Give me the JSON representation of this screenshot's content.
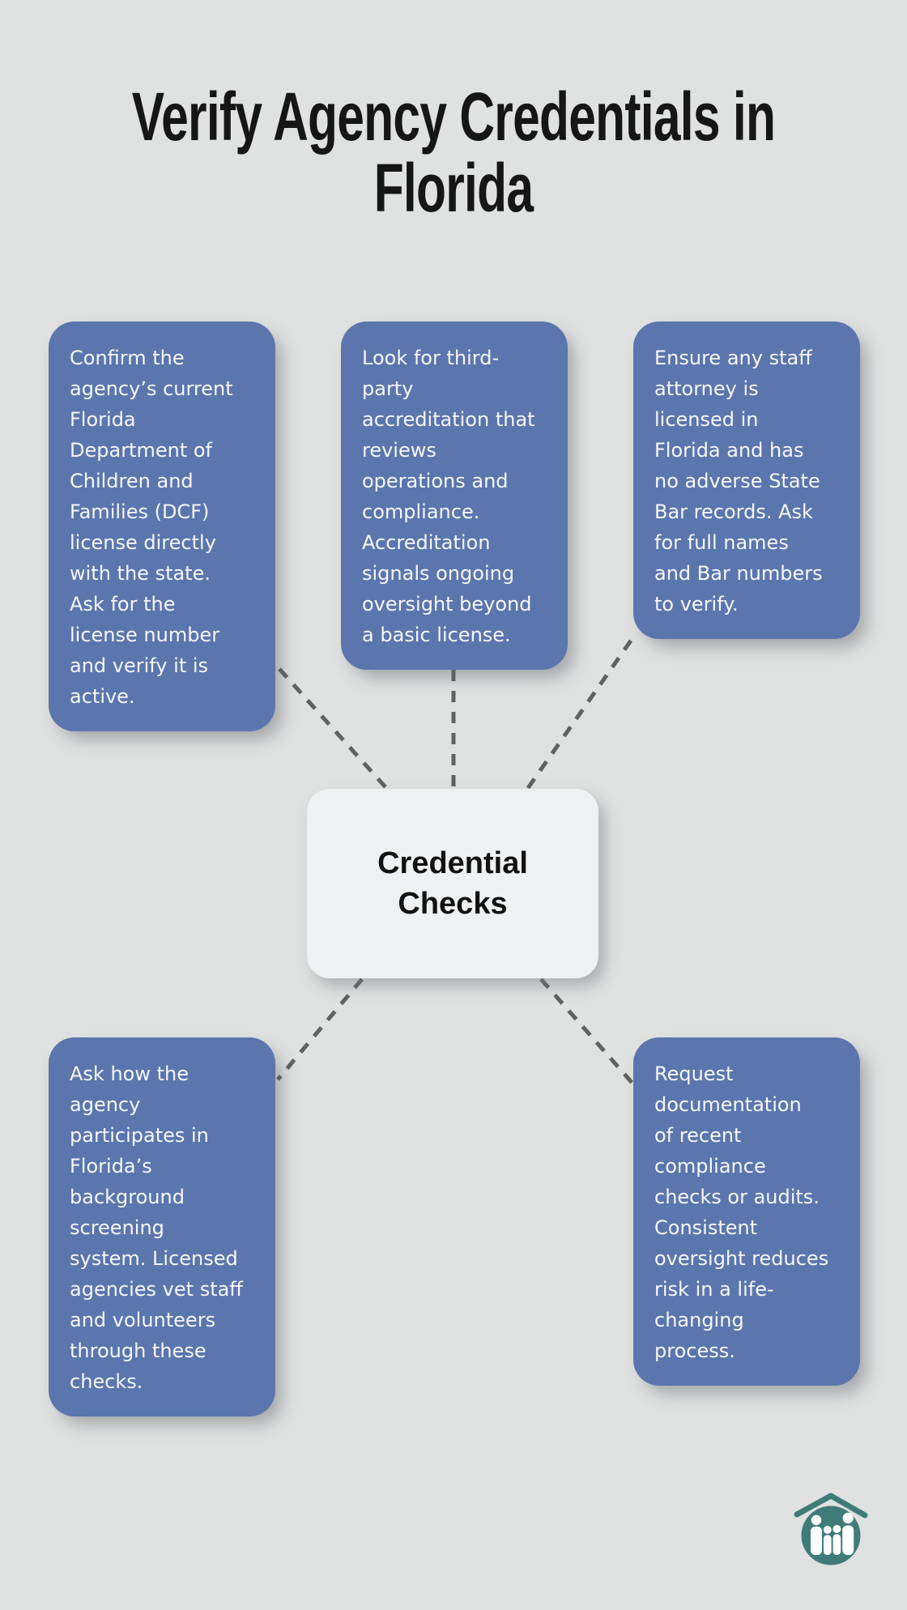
{
  "title": "Verify Agency Credentials in\nFlorida",
  "center_node": {
    "label": "Credential\nChecks"
  },
  "nodes": [
    {
      "id": "dcf-license",
      "text": "Confirm the\nagency’s current\nFlorida\nDepartment of\nChildren and\nFamilies (DCF)\nlicense directly\nwith the state.\nAsk for the\nlicense number\nand verify it is\nactive."
    },
    {
      "id": "third-party-accreditation",
      "text": "Look for third-\nparty\naccreditation that\nreviews\noperations and\ncompliance.\nAccreditation\nsignals ongoing\noversight beyond\na basic license."
    },
    {
      "id": "staff-attorney",
      "text": "Ensure any staff\nattorney is\nlicensed in\nFlorida and has\nno adverse State\nBar records. Ask\nfor full names\nand Bar numbers\nto verify."
    },
    {
      "id": "background-screening",
      "text": "Ask how the\nagency\nparticipates in\nFlorida’s\nbackground\nscreening\nsystem. Licensed\nagencies vet staff\nand volunteers\nthrough these\nchecks."
    },
    {
      "id": "compliance-audits",
      "text": "Request\ndocumentation\nof recent\ncompliance\nchecks or audits.\nConsistent\noversight reduces\nrisk in a life-\nchanging\nprocess."
    }
  ],
  "icons": {
    "logo": "family-home-icon"
  },
  "colors": {
    "background": "#e0e1e1",
    "node_fill": "#5b76ad",
    "node_text": "#f5f7fa",
    "center_fill": "#eef0f1",
    "center_text": "#121212",
    "title_text": "#161616",
    "connector": "#606161",
    "logo_teal": "#3f7c77"
  }
}
